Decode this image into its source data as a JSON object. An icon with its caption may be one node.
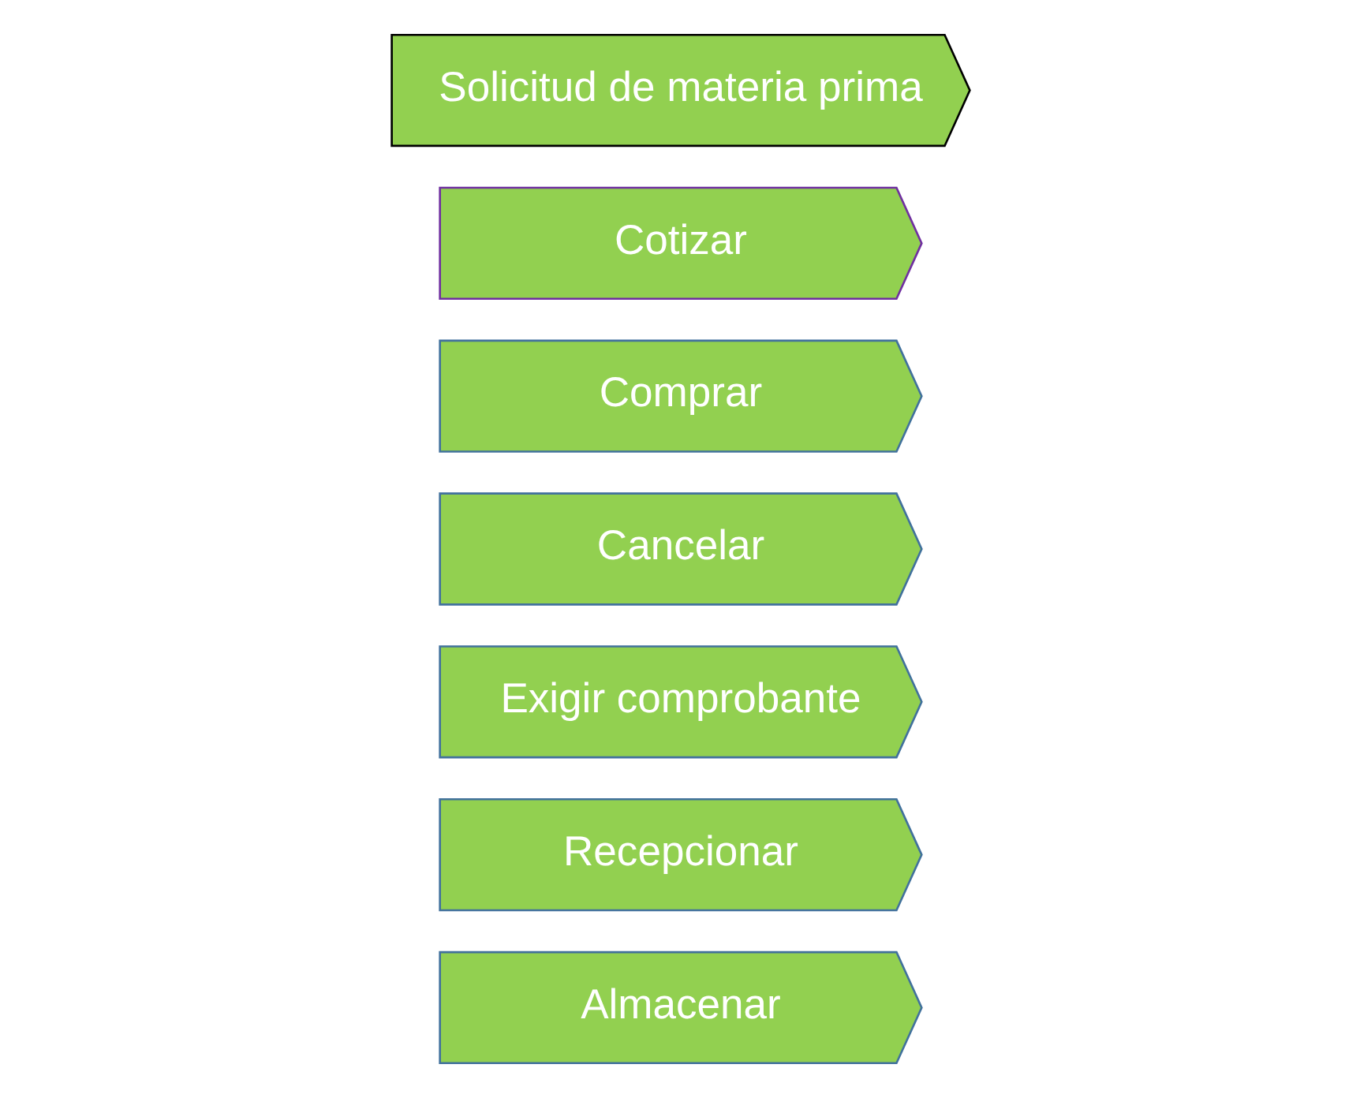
{
  "diagram": {
    "nodes": [
      {
        "text": [
          "Solicitud de materia prima"
        ]
      },
      {
        "text": [
          "Cotizar"
        ]
      },
      {
        "text": [
          "Comprar"
        ]
      },
      {
        "text": [
          "Cancelar"
        ]
      },
      {
        "text": [
          "Exigir comprobante"
        ]
      },
      {
        "text": [
          "Recepcionar"
        ]
      },
      {
        "text": [
          "Almacenar"
        ]
      }
    ]
  }
}
